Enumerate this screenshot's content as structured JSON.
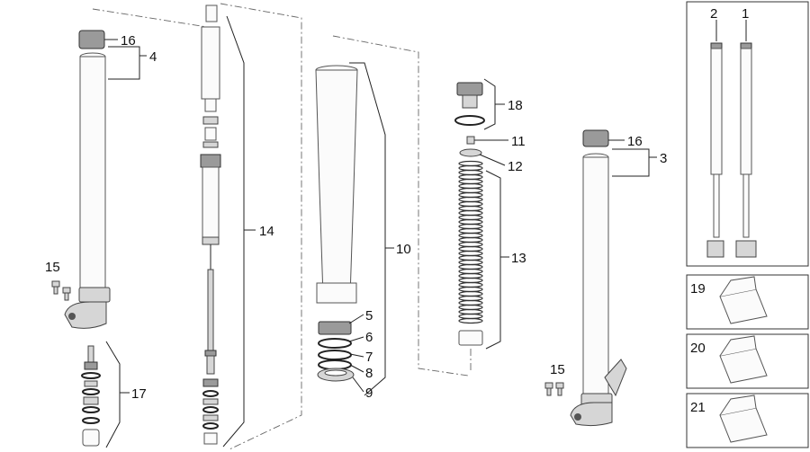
{
  "labels": {
    "l1": "1",
    "l2": "2",
    "l3": "3",
    "l4": "4",
    "l5": "5",
    "l6": "6",
    "l7": "7",
    "l8": "8",
    "l9": "9",
    "l10": "10",
    "l11": "11",
    "l12": "12",
    "l13": "13",
    "l14": "14",
    "l15a": "15",
    "l15b": "15",
    "l16a": "16",
    "l16b": "16",
    "l17": "17",
    "l18": "18",
    "l19": "19",
    "l20": "20",
    "l21": "21"
  },
  "colors": {
    "line": "#222222",
    "part_fill": "#fbfbfb",
    "dark_part": "#9a9a9a"
  }
}
